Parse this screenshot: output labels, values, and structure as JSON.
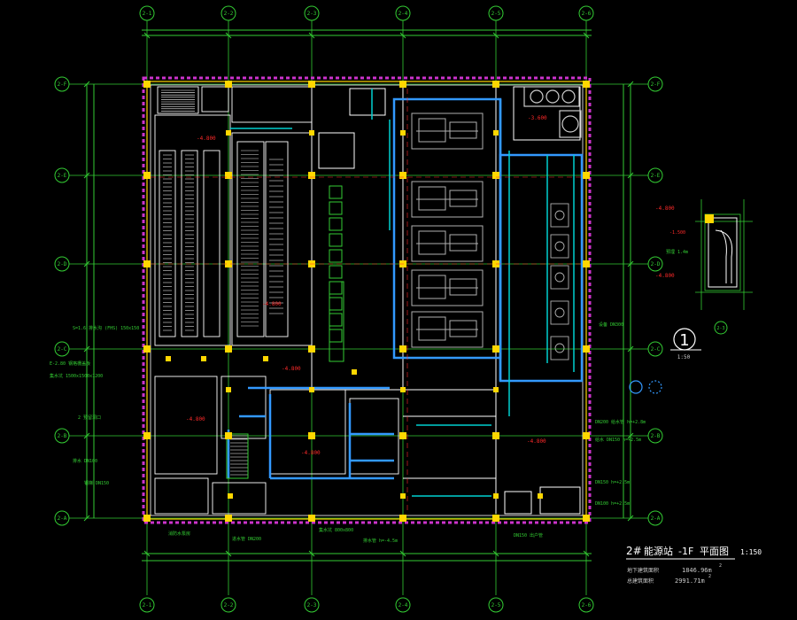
{
  "drawing": {
    "title_prefix": "2#",
    "title_name": "能源站",
    "title_level": "-1F",
    "title_type": "平面图",
    "scale": "1:150",
    "area_label_1": "地下建筑面积",
    "area_value_1": "1846.96m",
    "area_label_2": "总建筑面积",
    "area_value_2": "2991.71m",
    "area_unit_sup": "2"
  },
  "grid_axes": {
    "columns": [
      "2-1",
      "2-2",
      "2-3",
      "2-4",
      "2-5",
      "2-6"
    ],
    "rows": [
      "2-F",
      "2-E",
      "2-D",
      "2-C",
      "2-B",
      "2-A"
    ]
  },
  "detail": {
    "number": "1",
    "scale": "1:50",
    "axis": "2-3"
  },
  "colors": {
    "background": "#000000",
    "grid_axis": "#33cc33",
    "wall": "#ffffff",
    "column": "#ffd700",
    "boundary": "#cc33cc",
    "pipe_blue": "#3399ff",
    "pipe_cyan": "#00d0d0",
    "elevation": "#ff2a2a",
    "equipment": "#b0b0b0"
  }
}
